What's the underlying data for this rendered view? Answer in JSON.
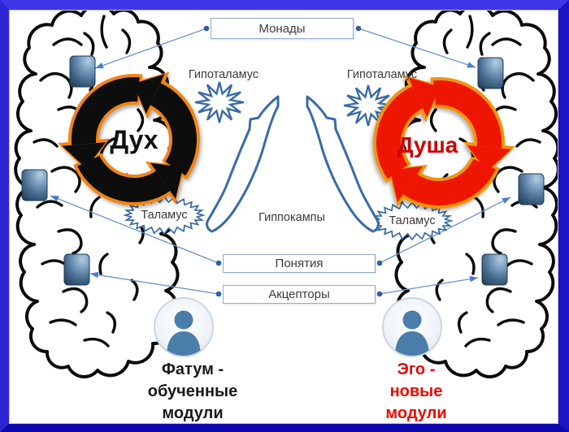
{
  "window": {
    "frame_colors": {
      "top": "#3e36e7",
      "left": "#2d26d2",
      "right": "#1c13c6",
      "bottom": "#0f09ad"
    },
    "page_bg": "#ffffff"
  },
  "boxes": {
    "monads": {
      "label": "Монады"
    },
    "concepts": {
      "label": "Понятия"
    },
    "acceptors": {
      "label": "Акцепторы"
    }
  },
  "labels": {
    "hypothalamus_left": "Гипоталамус",
    "hypothalamus_right": "Гипоталамус",
    "thalamus_left": "Таламус",
    "thalamus_right": "Таламус",
    "hippocampi": "Гиппокампы"
  },
  "cycles": {
    "spirit": {
      "label": "Дух",
      "fill": "#0d0d0d",
      "rim": "#f08519",
      "text_color": "#111111"
    },
    "soul": {
      "label": "Душа",
      "fill": "#ee1405",
      "rim": "#f0940c",
      "text_color": "#cc0000"
    }
  },
  "captions": {
    "fatum": {
      "lines": [
        "Фатум -",
        "обученные",
        "модули"
      ],
      "color": "#1a1a1a"
    },
    "ego": {
      "lines": [
        "Эго -",
        "новые",
        "модули"
      ],
      "color": "#ea0b02"
    }
  },
  "icons": {
    "module": "module-cylinder",
    "avatar": "person-avatar",
    "burst": "starburst",
    "brain": "brain-hemisphere"
  },
  "palette": {
    "connector_line": "#6b93c6",
    "connector_dot": "#2e5fa3",
    "connector_arrow": "#4a7ec0",
    "shape_outline_blue": "#3a6ba6",
    "brain_ink": "#0a0a0a",
    "module_blue": "#4a7093",
    "avatar_blue": "#4b7dab"
  }
}
